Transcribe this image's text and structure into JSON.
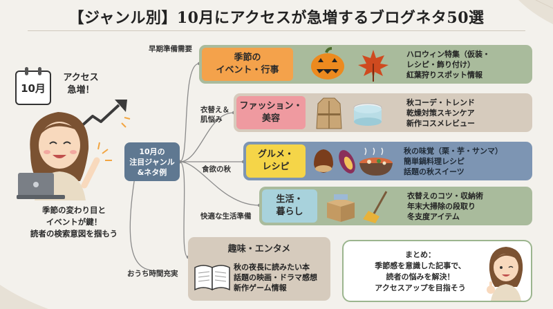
{
  "title": "【ジャンル別】10月にアクセスが急増するブログネタ50選",
  "left": {
    "calendar": "10月",
    "access": "アクセス\n急増！",
    "caption_lines": [
      "季節の変わり目と",
      "イベントが鍵！",
      "読者の検索意図を掴もう"
    ]
  },
  "hub": "10月の\n注目ジャンル\n&ネタ例",
  "branches": [
    {
      "label": "早期準備需要",
      "heading": "季節の\nイベント・行事",
      "items": [
        "ハロウィン特集（仮装・",
        "レシピ・飾り付け）",
        "紅葉狩りスポット情報"
      ],
      "icons": [
        "jack-o-lantern-icon",
        "maple-leaf-icon"
      ],
      "head_color": "#f4a24b",
      "body_color": "#a9bb9c"
    },
    {
      "label": "衣替え＆\n肌悩み",
      "heading": "ファッション・\n美容",
      "items": [
        "秋コーデ・トレンド",
        "乾燥対策スキンケア",
        "新作コスメレビュー"
      ],
      "icons": [
        "trench-coat-icon",
        "cream-jar-icon"
      ],
      "head_color": "#ef9aa0",
      "body_color": "#d6cbbd"
    },
    {
      "label": "食欲の秋",
      "heading": "グルメ・\nレシピ",
      "items": [
        "秋の味覚（栗・芋・サンマ）",
        "簡単鍋料理レシピ",
        "話題の秋スイーツ"
      ],
      "icons": [
        "chestnut-icon",
        "sweet-potato-icon",
        "hot-pot-icon"
      ],
      "head_color": "#f5d548",
      "body_color": "#7d95b3"
    },
    {
      "label": "快適な生活準備",
      "heading": "生活・\n暮らし",
      "items": [
        "衣替えのコツ・収納術",
        "年末大掃除の段取り",
        "冬支度アイテム"
      ],
      "icons": [
        "storage-box-icon",
        "broom-icon"
      ],
      "head_color": "#a8d2dc",
      "body_color": "#a9bb9c"
    },
    {
      "label": "おうち時間充実",
      "heading": "趣味・エンタメ",
      "items": [
        "秋の夜長に読みたい本",
        "話題の映画・ドラマ感想",
        "新作ゲーム情報"
      ],
      "icons": [
        "open-book-icon"
      ],
      "head_color": "#d6cbbd",
      "body_color": "#d6cbbd"
    }
  ],
  "summary_lines": [
    "まとめ：",
    "季節感を意識した記事で、",
    "読者の悩みを解決！",
    "アクセスアップを目指そう"
  ]
}
